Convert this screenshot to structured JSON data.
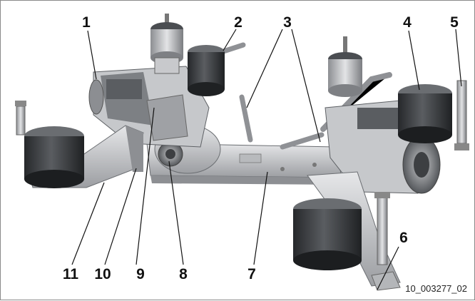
{
  "callouts": [
    "1",
    "2",
    "3",
    "4",
    "5",
    "6",
    "7",
    "8",
    "9",
    "10",
    "11"
  ],
  "reference_code": "10_003277_02",
  "colors": {
    "metal_light": "#d9dadc",
    "metal_mid": "#a9abae",
    "metal_dark": "#5b5e62",
    "bag_dark": "#2f3134",
    "bag_mid": "#55585c",
    "leader": "#111111"
  }
}
